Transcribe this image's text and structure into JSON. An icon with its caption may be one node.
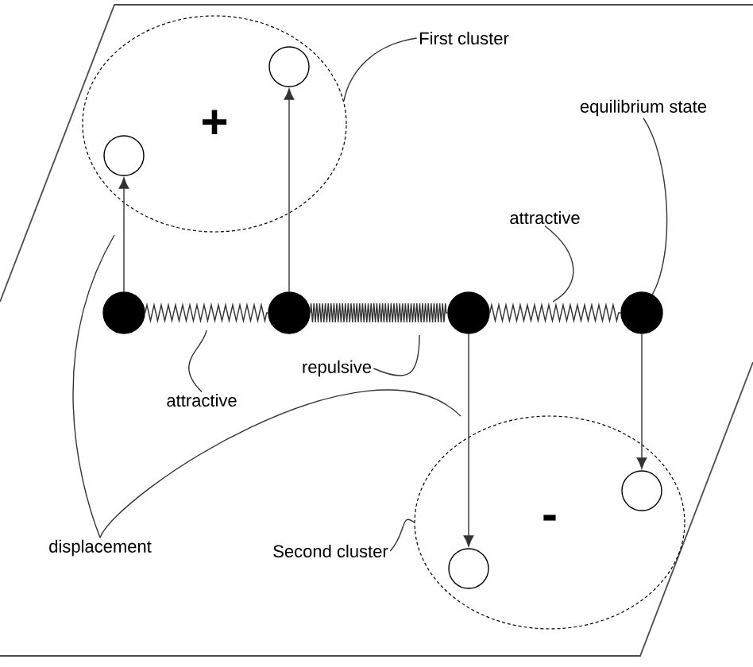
{
  "diagram": {
    "nodes": [
      {
        "text": [
          "+"
        ]
      },
      {
        "text": [],
        "shape": "circle",
        "in": 0
      },
      {
        "text": [],
        "shape": "circle",
        "in": 0
      },
      {
        "text": [
          "-"
        ]
      },
      {
        "text": [],
        "shape": "circle",
        "in": 3
      },
      {
        "text": [],
        "shape": "circle",
        "in": 3
      },
      {
        "text": [],
        "shape": "circle"
      },
      {
        "text": [],
        "shape": "circle"
      },
      {
        "text": [],
        "shape": "circle"
      },
      {
        "text": [],
        "shape": "circle"
      },
      {
        "text": [
          "First cluster"
        ]
      },
      {
        "text": [
          "equilibrium state"
        ]
      },
      {
        "text": [
          "attractive"
        ]
      },
      {
        "text": [
          "repulsive"
        ]
      },
      {
        "text": [
          "attractive"
        ]
      },
      {
        "text": [
          "displacement"
        ]
      },
      {
        "text": [
          "Second cluster"
        ]
      }
    ],
    "edges": [
      {
        "from": 6,
        "to": 7,
        "arrow": "none"
      },
      {
        "from": 7,
        "to": 8,
        "arrow": "none"
      },
      {
        "from": 8,
        "to": 9,
        "arrow": "none"
      },
      {
        "from": 6,
        "to": 1,
        "arrow": "to"
      },
      {
        "from": 7,
        "to": 2,
        "arrow": "to"
      },
      {
        "from": 8,
        "to": 4,
        "arrow": "to"
      },
      {
        "from": 9,
        "to": 5,
        "arrow": "to"
      },
      {
        "from": 10,
        "to": 0,
        "arrow": "none"
      },
      {
        "from": 11,
        "to": 9,
        "arrow": "none"
      },
      {
        "from": 12,
        "to": null,
        "arrow": "none"
      },
      {
        "from": 13,
        "to": null,
        "arrow": "none"
      },
      {
        "from": 14,
        "to": null,
        "arrow": "none"
      },
      {
        "from": 15,
        "to": null,
        "arrow": "none"
      },
      {
        "from": 15,
        "to": null,
        "arrow": "none"
      },
      {
        "from": 16,
        "to": 3,
        "arrow": "none"
      }
    ]
  }
}
